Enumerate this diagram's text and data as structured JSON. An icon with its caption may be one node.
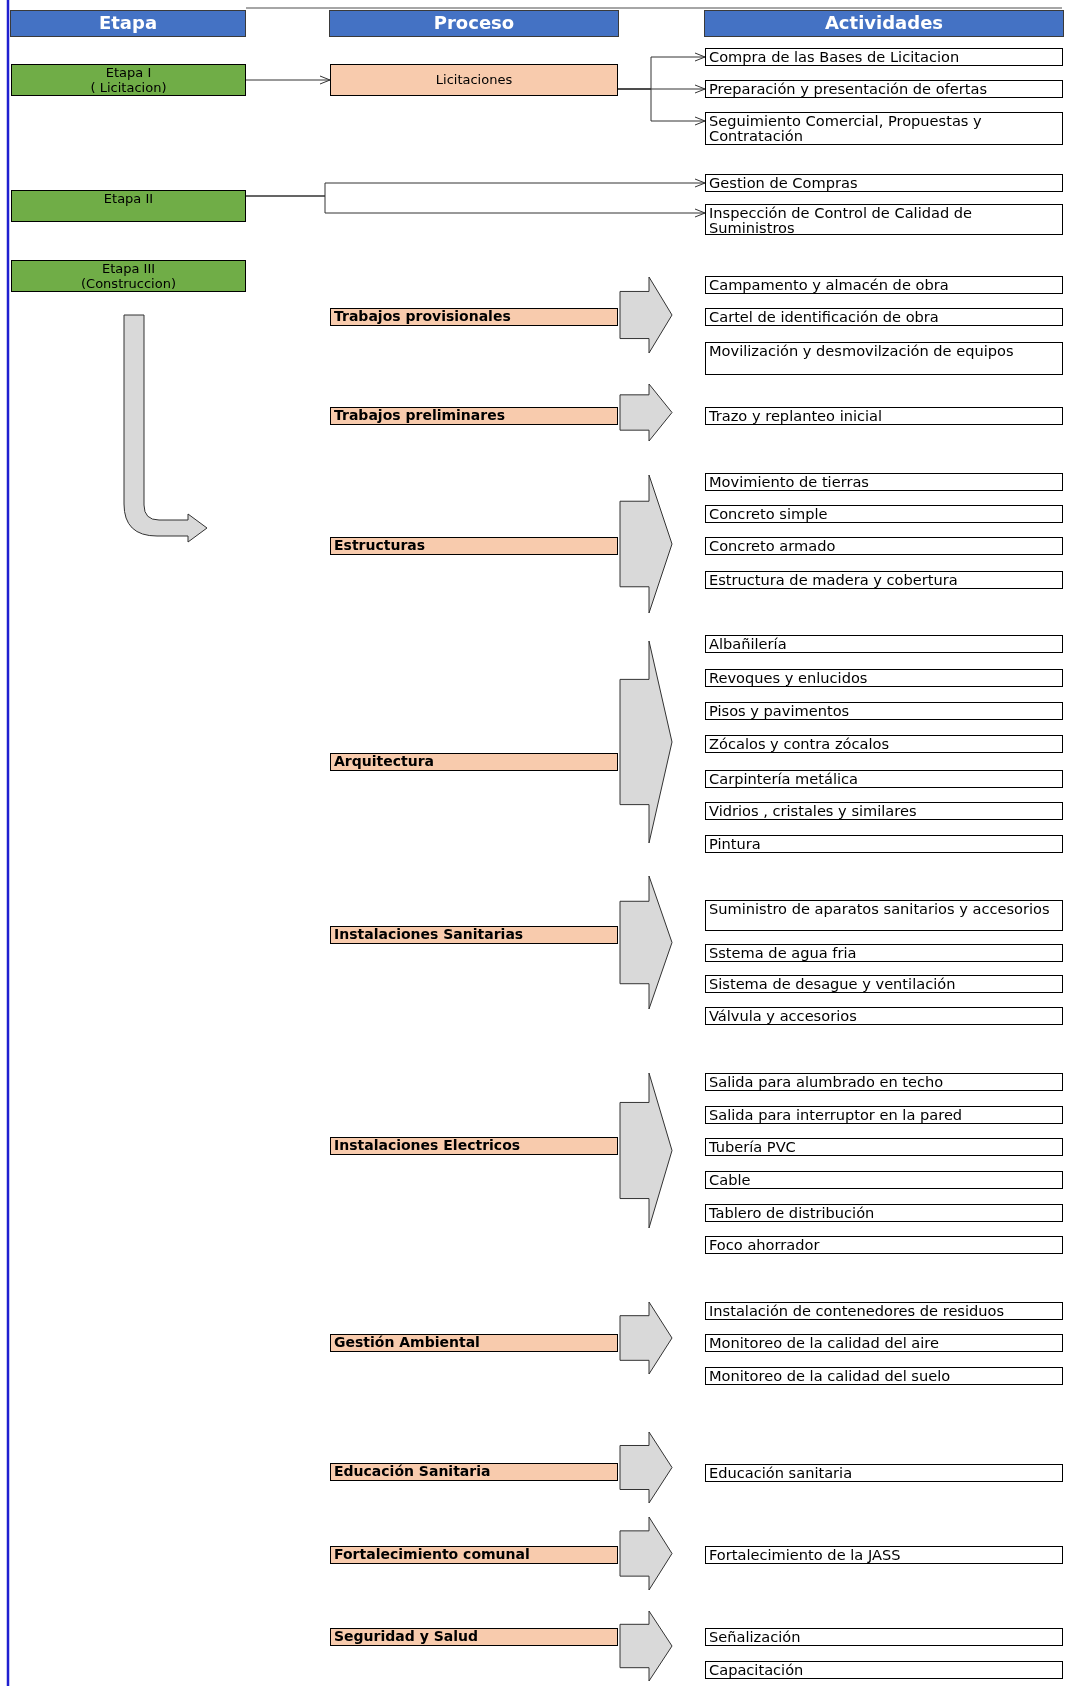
{
  "diagram": {
    "nodes": [
      {
        "text": [
          "Etapa"
        ]
      },
      {
        "text": [
          "Proceso"
        ]
      },
      {
        "text": [
          "Actividades"
        ]
      },
      {
        "text": [
          "Etapa I",
          "( Licitacion)"
        ]
      },
      {
        "text": [
          "Licitaciones"
        ]
      },
      {
        "text": [
          "Compra de las Bases de Licitacion"
        ]
      },
      {
        "text": [
          "Preparación y presentación de ofertas"
        ]
      },
      {
        "text": [
          "Seguimiento Comercial, Propuestas y Contratación"
        ]
      },
      {
        "text": [
          "Etapa II"
        ]
      },
      {
        "text": [
          "Gestion de Compras"
        ]
      },
      {
        "text": [
          "Inspección de Control de Calidad de Suministros"
        ]
      },
      {
        "text": [
          "Etapa III",
          "(Construccion)"
        ]
      },
      {
        "text": [
          "Trabajos provisionales"
        ]
      },
      {
        "text": [
          "Campamento y almacén de obra"
        ]
      },
      {
        "text": [
          "Cartel de identificación de obra"
        ]
      },
      {
        "text": [
          "Movilización y desmovilzación de equipos"
        ]
      },
      {
        "text": [
          "Trabajos preliminares"
        ]
      },
      {
        "text": [
          "Trazo y replanteo inicial"
        ]
      },
      {
        "text": [
          "Estructuras"
        ]
      },
      {
        "text": [
          "Movimiento de tierras"
        ]
      },
      {
        "text": [
          "Concreto simple"
        ]
      },
      {
        "text": [
          "Concreto armado"
        ]
      },
      {
        "text": [
          "Estructura de madera y cobertura"
        ]
      },
      {
        "text": [
          "Arquitectura"
        ]
      },
      {
        "text": [
          "Albañilería"
        ]
      },
      {
        "text": [
          "Revoques y enlucidos"
        ]
      },
      {
        "text": [
          "Pisos y pavimentos"
        ]
      },
      {
        "text": [
          "Zócalos y contra zócalos"
        ]
      },
      {
        "text": [
          "Carpintería metálica"
        ]
      },
      {
        "text": [
          "Vidrios , cristales y similares"
        ]
      },
      {
        "text": [
          "Pintura"
        ]
      },
      {
        "text": [
          "Instalaciones Sanitarias"
        ]
      },
      {
        "text": [
          "Suministro de aparatos sanitarios y accesorios"
        ]
      },
      {
        "text": [
          "Sstema de agua fria"
        ]
      },
      {
        "text": [
          "Sistema de desague y ventilación"
        ]
      },
      {
        "text": [
          "Válvula y accesorios"
        ]
      },
      {
        "text": [
          "Instalaciones Electricos"
        ]
      },
      {
        "text": [
          "Salida para alumbrado en techo"
        ]
      },
      {
        "text": [
          "Salida para interruptor en la pared"
        ]
      },
      {
        "text": [
          "Tubería PVC"
        ]
      },
      {
        "text": [
          "Cable"
        ]
      },
      {
        "text": [
          "Tablero de distribución"
        ]
      },
      {
        "text": [
          "Foco ahorrador"
        ]
      },
      {
        "text": [
          "Gestión Ambiental"
        ]
      },
      {
        "text": [
          "Instalación de contenedores de residuos"
        ]
      },
      {
        "text": [
          "Monitoreo de la calidad del aire"
        ]
      },
      {
        "text": [
          "Monitoreo de la calidad del suelo"
        ]
      },
      {
        "text": [
          "Educación Sanitaria"
        ]
      },
      {
        "text": [
          "Educación sanitaria"
        ]
      },
      {
        "text": [
          "Fortalecimiento comunal"
        ]
      },
      {
        "text": [
          "Fortalecimiento de la JASS"
        ]
      },
      {
        "text": [
          "Seguridad y Salud"
        ]
      },
      {
        "text": [
          "Señalización"
        ]
      },
      {
        "text": [
          "Capacitación"
        ]
      }
    ],
    "edges": [
      {
        "from": 3,
        "to": 4,
        "arrow": "to"
      },
      {
        "from": 4,
        "to": 5,
        "arrow": "to"
      },
      {
        "from": 4,
        "to": 6,
        "arrow": "to"
      },
      {
        "from": 4,
        "to": 7,
        "arrow": "to"
      },
      {
        "from": 8,
        "to": 9,
        "arrow": "to"
      },
      {
        "from": 8,
        "to": 10,
        "arrow": "to"
      },
      {
        "from": 11,
        "to": null,
        "arrow": "to",
        "style": "thick"
      },
      {
        "from": 12,
        "to": 14,
        "arrow": "to",
        "style": "thick"
      },
      {
        "from": 16,
        "to": 17,
        "arrow": "to",
        "style": "thick"
      },
      {
        "from": 18,
        "to": 21,
        "arrow": "to",
        "style": "thick"
      },
      {
        "from": 23,
        "to": 27,
        "arrow": "to",
        "style": "thick"
      },
      {
        "from": 31,
        "to": 33,
        "arrow": "to",
        "style": "thick"
      },
      {
        "from": 36,
        "to": 39,
        "arrow": "to",
        "style": "thick"
      },
      {
        "from": 43,
        "to": 45,
        "arrow": "to",
        "style": "thick"
      },
      {
        "from": 47,
        "to": 48,
        "arrow": "to",
        "style": "thick"
      },
      {
        "from": 49,
        "to": 50,
        "arrow": "to",
        "style": "thick"
      },
      {
        "from": 51,
        "to": 52,
        "arrow": "to",
        "style": "thick"
      }
    ]
  }
}
